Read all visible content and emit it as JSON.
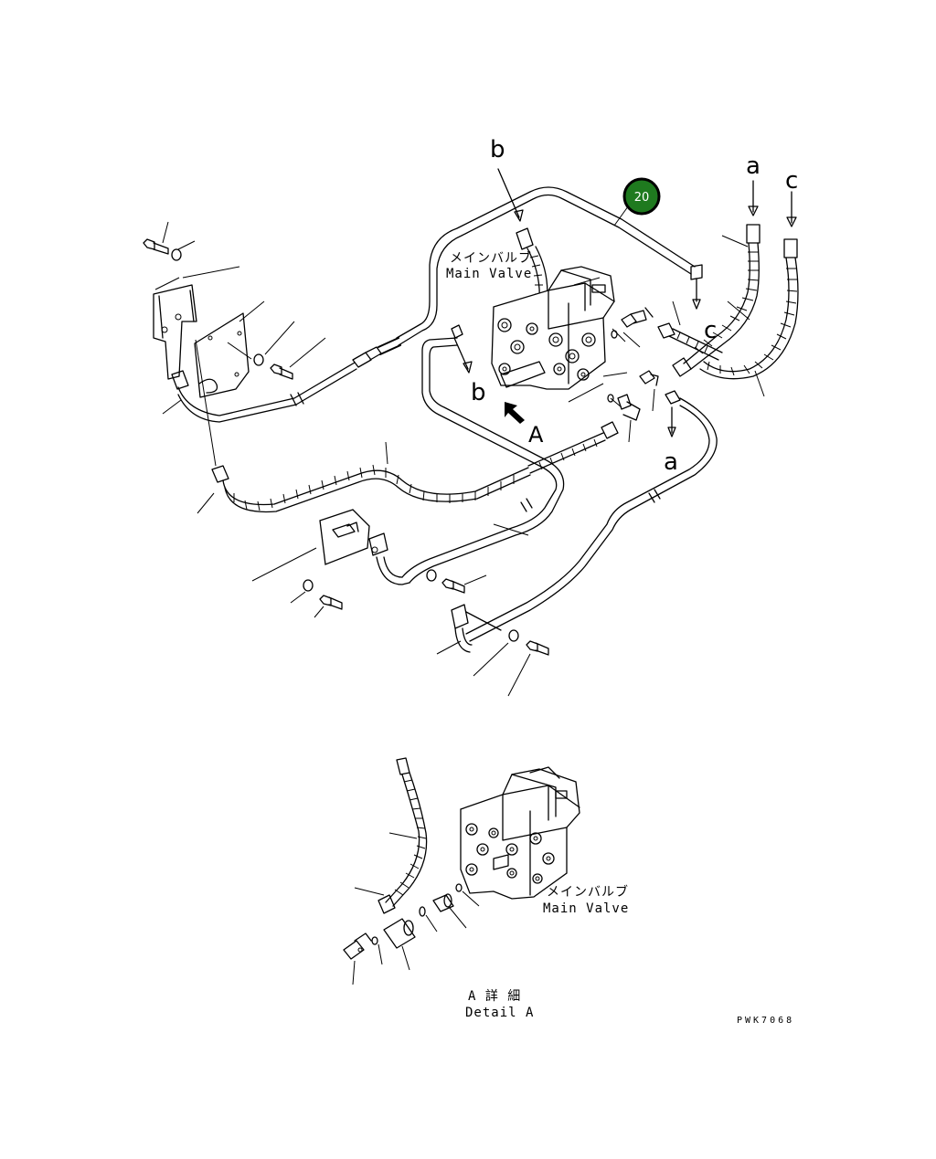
{
  "badge": {
    "number": "20",
    "color": "#1f7a1f"
  },
  "labels": {
    "main_valve_jp": "メインバルブ",
    "main_valve_en": "Main Valve",
    "detail_main_valve_jp": "メインバルブ",
    "detail_main_valve_en": "Main Valve",
    "detail_title_jp": "A 詳 細",
    "detail_title_en": "Detail A",
    "drawing_code": "PWK7068"
  },
  "letters": {
    "b_top": "b",
    "b_lower": "b",
    "a_top": "a",
    "a_lower": "a",
    "c_top": "c",
    "c_mid": "c",
    "view_A": "A"
  }
}
